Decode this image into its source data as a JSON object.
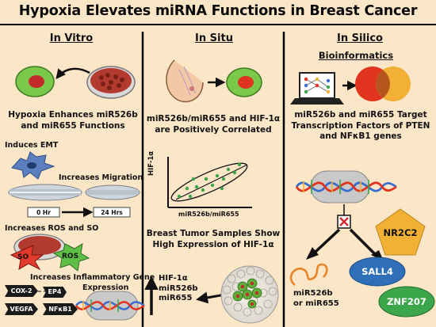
{
  "title": "Hypoxia Elevates miRNA Functions in Breast Cancer",
  "columns": {
    "in_vitro": {
      "heading": "In Vitro",
      "finding": [
        "Hypoxia Enhances miR526b",
        "and miR655 Functions"
      ],
      "emt": "Induces EMT",
      "migration": "Increases Migration",
      "time_0": "0 Hr",
      "time_24": "24 Hrs",
      "ros_so": "Increases ROS and SO",
      "so_label": "SO",
      "ros_label": "ROS",
      "inflammatory": [
        "Increases Inflammatory Gene",
        "Expression"
      ],
      "genes": [
        "COX-2",
        "EP4",
        "VEGFA",
        "NFκB1"
      ]
    },
    "in_situ": {
      "heading": "In Situ",
      "finding": [
        "miR526b/miR655 and HIF-1α",
        "are Positively Correlated"
      ],
      "plot_ylabel": "HIF-1α",
      "plot_xlabel": "miR526b/miR655",
      "samples": [
        "Breast Tumor Samples Show",
        "High Expression of HIF-1α"
      ],
      "up_list": [
        "HIF-1α",
        "miR526b",
        "miR655"
      ]
    },
    "in_silico": {
      "heading": "In Silico",
      "subheading": "Bioinformatics",
      "finding": [
        "miR526b and miR655 Target",
        "Transcription Factors of PTEN",
        "and NFκB1 genes"
      ],
      "mirna": [
        "miR526b",
        "or miR655"
      ],
      "targets": [
        {
          "name": "NR2C2",
          "color": "#F2B134"
        },
        {
          "name": "SALL4",
          "color": "#2E6FB8"
        },
        {
          "name": "ZNF207",
          "color": "#3CA64B"
        }
      ]
    }
  },
  "colors": {
    "background": "#FCE6C8",
    "divider": "#000000",
    "cell_green": "#7CC84A",
    "cell_red": "#C42A2A",
    "dna_red": "#E0341F",
    "dna_blue": "#3B6FCE",
    "dna_yellow": "#F2B134",
    "arrow": "#111111"
  }
}
